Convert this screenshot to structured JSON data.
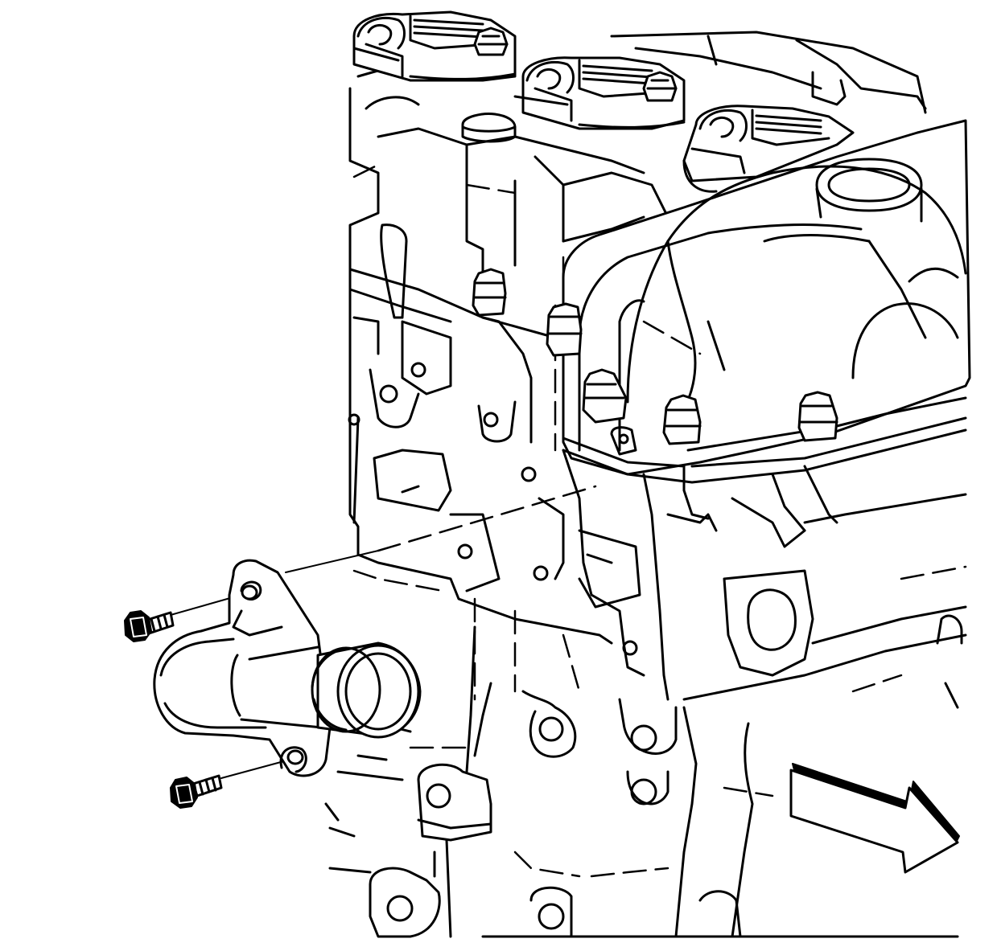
{
  "diagram": {
    "kind": "exploded-line-illustration",
    "subject": "engine-cylinder-head-with-water-outlet-housing",
    "components": [
      {
        "name": "cylinder-head",
        "icon": "engine-head-icon"
      },
      {
        "name": "camshaft-cover",
        "icon": "valve-cover-icon"
      },
      {
        "name": "ignition-coils",
        "icon": "ignition-coil-icon",
        "count": 3
      },
      {
        "name": "water-outlet-housing",
        "icon": "water-outlet-icon"
      },
      {
        "name": "water-outlet-bolts",
        "icon": "bolt-icon",
        "count": 2
      },
      {
        "name": "view-direction-arrow",
        "icon": "arrow-icon"
      }
    ],
    "line_color": "#000000",
    "background": "#ffffff"
  }
}
